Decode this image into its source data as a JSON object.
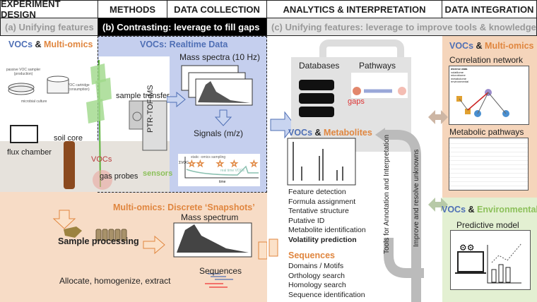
{
  "headers": [
    "EXPERIMENT DESIGN",
    "METHODS",
    "DATA COLLECTION",
    "ANALYTICS & INTERPRETATION",
    "DATA INTEGRATION"
  ],
  "subheaders": {
    "a": "(a) Unifying features",
    "b": "(b) Contrasting: leverage to fill gaps",
    "c": "(c) Unifying features: leverage to improve tools & knowledge"
  },
  "experiment": {
    "vocs": "VOCs",
    "amp": "&",
    "multiomics": "Multi-omics",
    "passive_sampler": "passive VOC sampler (production)",
    "cartridge": "VOC cartridge (consumption)",
    "culture": "microbial culture",
    "soil_core": "soil core",
    "flux_chamber": "flux chamber"
  },
  "methods": {
    "sample_transfer": "sample transfer",
    "ptr": "PTR-TOF-MS",
    "vocs_label": "VOCs",
    "gas_probes": "gas probes",
    "sensors": "sensors"
  },
  "realtime": {
    "title": "VOCs: Realtime Data",
    "mass_spectra": "Mass spectra (10 Hz)",
    "signals": "Signals (m/z)",
    "static_sampling": "static -omics sampling",
    "realtime_vocs": "real time VOCs",
    "ylabel": "ΣVOC",
    "xlabel": "time"
  },
  "snapshots": {
    "title": "Multi-omics: Discrete ‘Snapshots’",
    "mass_spectrum": "Mass spectrum",
    "sequences": "Sequences",
    "sample_processing": "Sample processing",
    "steps": "Allocate, homogenize, extract"
  },
  "analytics": {
    "databases": "Databases",
    "pathways": "Pathways",
    "gaps": "gaps",
    "vocs": "VOCs",
    "amp": "&",
    "metabolites": "Metabolites",
    "metabolite_steps": [
      "Feature detection",
      "Formula assignment",
      "Tentative structure",
      "Putative ID",
      "Metabolite identification"
    ],
    "volatility": "Volatility prediction",
    "sequences_title": "Sequences",
    "sequence_steps": [
      "Domains / Motifs",
      "Orthology search",
      "Homology search",
      "Sequence identification"
    ],
    "tools_arrow": "Tools for Annotation and Interpretation",
    "improve_arrow": "Improve and resolve unknowns"
  },
  "integration": {
    "vocs": "VOCs",
    "amp": "&",
    "multiomics": "Multi-omics",
    "correlation": "Correlation network",
    "diverse": [
      "diverse data",
      "volatilome",
      "microbiome",
      "metabolome",
      "environmental"
    ],
    "metabolic": "Metabolic  pathways",
    "environmental": "Environmental",
    "predictive": "Predictive model"
  },
  "colors": {
    "blue": "#4f6fb5",
    "orange": "#e0863f",
    "green": "#8cc05a",
    "realtime_bg": "#c5cfee",
    "snapshot_bg": "#f7dcc6",
    "env_bg": "#e3f0d2"
  }
}
